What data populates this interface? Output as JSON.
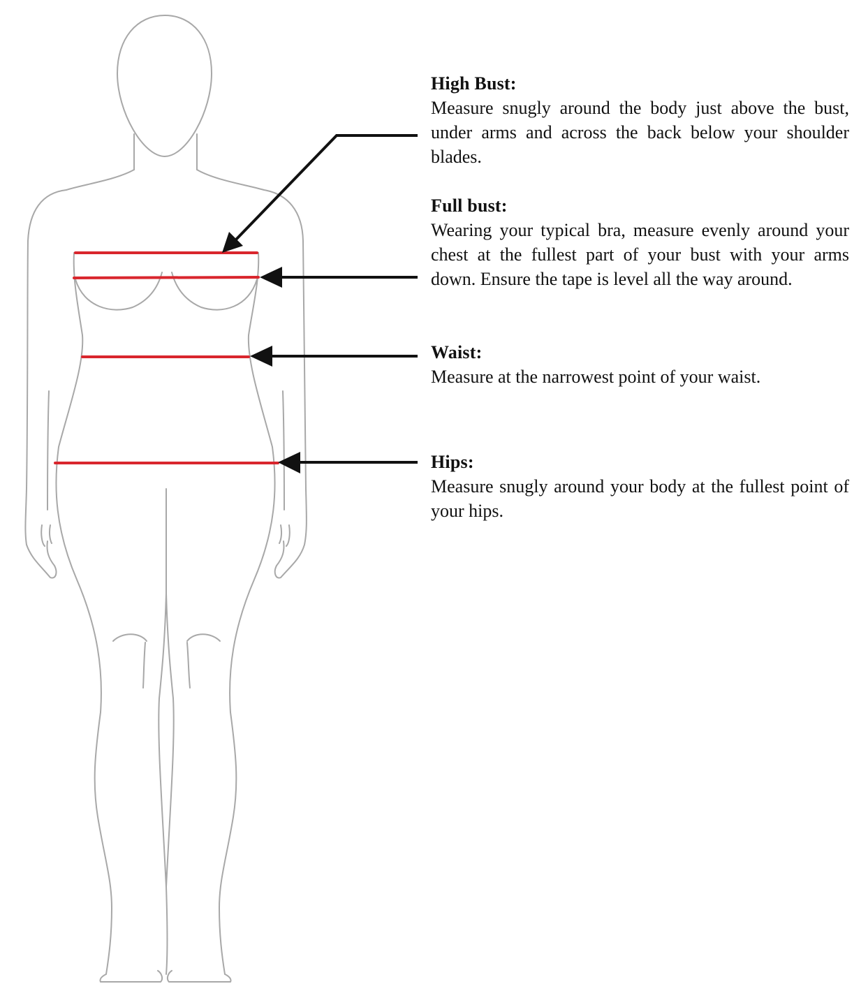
{
  "colors": {
    "measure_line": "#d9262d",
    "outline": "#a8a8a8",
    "pointer": "#111111",
    "text": "#111111"
  },
  "measurements": [
    {
      "key": "high-bust",
      "title": "High Bust:",
      "text": "Measure snugly around the body just above the bust, under arms and across the back below your shoulder blades."
    },
    {
      "key": "full-bust",
      "title": "Full bust:",
      "text": "Wearing your typical bra, measure evenly around your chest at the fullest part of your bust with your arms down. Ensure the tape is level all the way around."
    },
    {
      "key": "waist",
      "title": "Waist:",
      "text": "Measure at the narrowest point of your waist."
    },
    {
      "key": "hips",
      "title": "Hips:",
      "text": "Measure snugly around your body at the fullest point of your hips."
    }
  ]
}
